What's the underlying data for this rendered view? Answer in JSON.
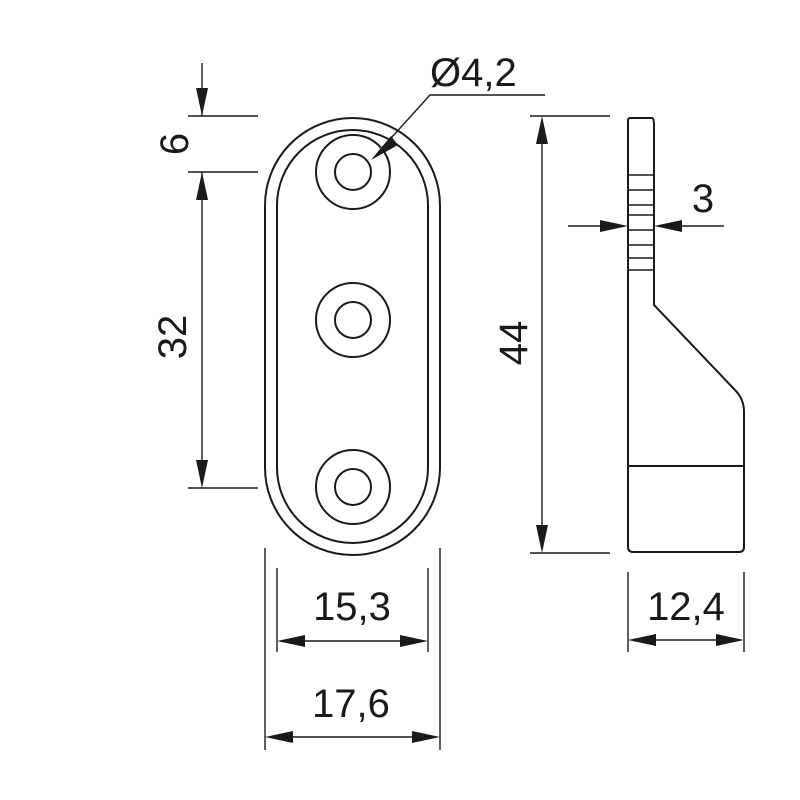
{
  "drawing": {
    "dimensions": {
      "hole_diameter": "Ø4,2",
      "top_offset": "6",
      "hole_spacing": "32",
      "inner_width": "15,3",
      "outer_width": "17,6",
      "overall_height": "44",
      "thickness": "3",
      "depth": "12,4"
    }
  }
}
